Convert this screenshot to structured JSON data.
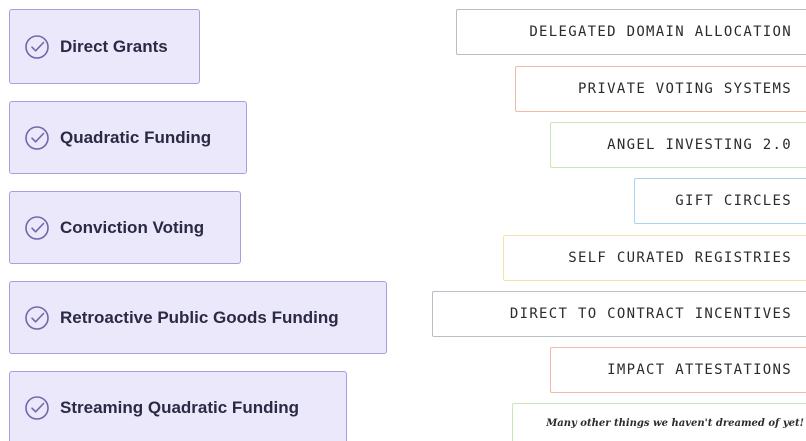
{
  "mechanisms": [
    {
      "label": "Direct Grants"
    },
    {
      "label": "Quadratic Funding"
    },
    {
      "label": "Conviction Voting"
    },
    {
      "label": "Retroactive Public Goods Funding"
    },
    {
      "label": "Streaming Quadratic Funding"
    }
  ],
  "ideas": [
    {
      "label": "DELEGATED DOMAIN ALLOCATION",
      "color": "#b9bdc8"
    },
    {
      "label": "PRIVATE VOTING SYSTEMS",
      "color": "#f2b8a2"
    },
    {
      "label": "ANGEL INVESTING 2.0",
      "color": "#c9e6b3"
    },
    {
      "label": "GIFT CIRCLES",
      "color": "#a9d3f0"
    },
    {
      "label": "SELF CURATED REGISTRIES",
      "color": "#f1e4a6"
    },
    {
      "label": "DIRECT TO CONTRACT INCENTIVES",
      "color": "#b9bdc8"
    },
    {
      "label": "IMPACT ATTESTATIONS",
      "color": "#f2b8a2"
    },
    {
      "label": "Many other things we haven't dreamed of yet!",
      "color": "#c9e6b3"
    }
  ],
  "colors": {
    "card_bg": "#ebe8fb",
    "card_border": "#a79ee4",
    "check_color": "#6f68a8"
  },
  "icons": {
    "check": "check-circle-icon"
  }
}
